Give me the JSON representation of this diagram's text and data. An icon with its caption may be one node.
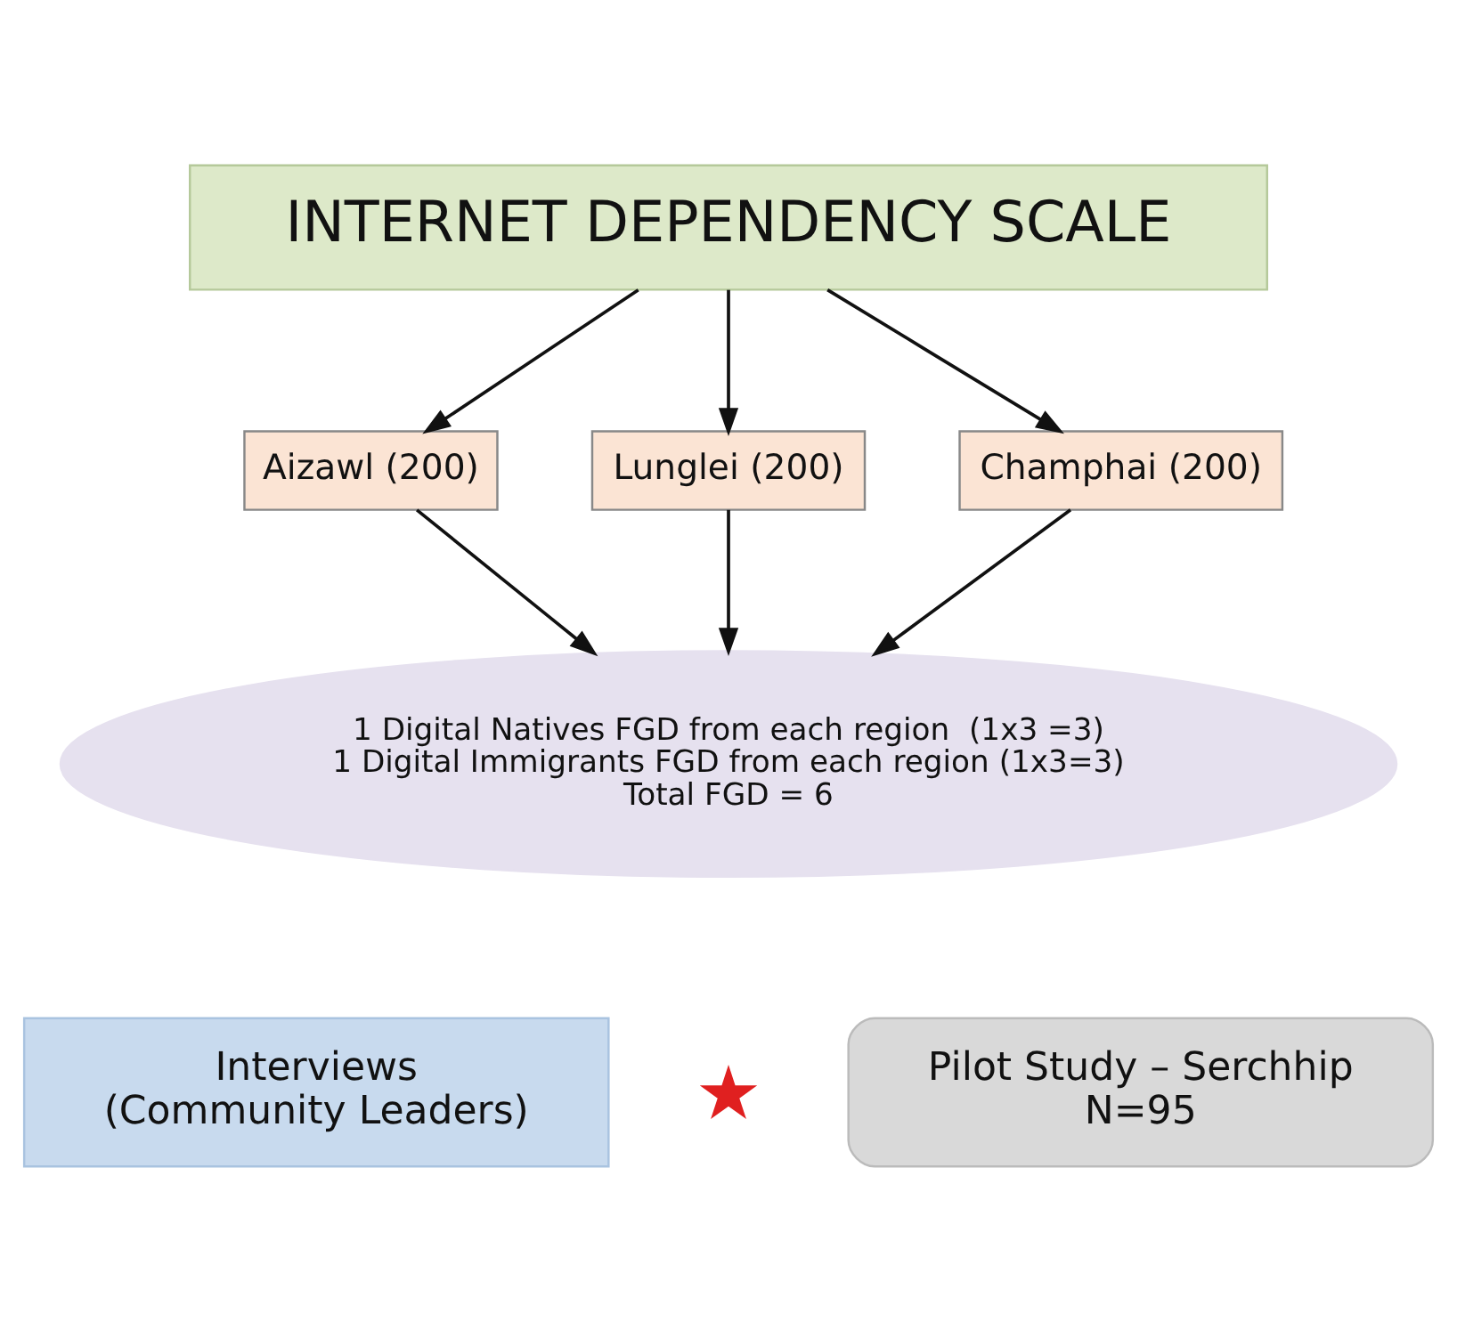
{
  "diagram": {
    "nodes": [
      {
        "text": [
          "INTERNET DEPENDENCY SCALE"
        ]
      },
      {
        "text": [
          "Aizawl (200)"
        ]
      },
      {
        "text": [
          "Lunglei (200)"
        ]
      },
      {
        "text": [
          "Champhai (200)"
        ]
      },
      {
        "text": [
          "1 Digital Natives FGD from each region  (1x3 =3) 1 Digital Immigrants FGD from each region (1x3=3) Total FGD = 6"
        ]
      },
      {
        "text": [
          "Interviews (Community Leaders)"
        ]
      },
      {
        "text": [],
        "shape": "star"
      },
      {
        "text": [
          "Pilot Study – Serchhip N=95"
        ]
      }
    ],
    "edges": [
      {
        "from": 0,
        "to": 1,
        "arrow": "to"
      },
      {
        "from": 0,
        "to": 2,
        "arrow": "to"
      },
      {
        "from": 0,
        "to": 3,
        "arrow": "to"
      },
      {
        "from": 1,
        "to": 4,
        "arrow": "to"
      },
      {
        "from": 2,
        "to": 4,
        "arrow": "to"
      },
      {
        "from": 3,
        "to": 4,
        "arrow": "to"
      }
    ]
  }
}
